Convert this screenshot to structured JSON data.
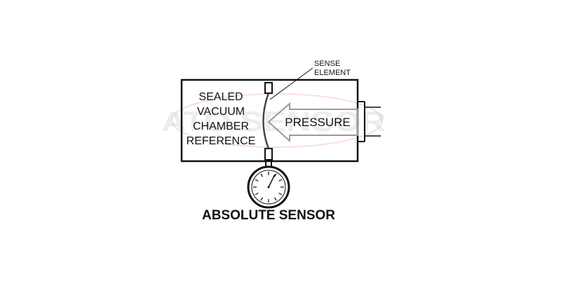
{
  "diagram": {
    "chamber_label_lines": [
      "SEALED",
      "VACUUM",
      "CHAMBER",
      "REFERENCE"
    ],
    "sense_element_lines": [
      "SENSE",
      "ELEMENT"
    ],
    "pressure_label": "PRESSURE",
    "caption": "ABSOLUTE SENSOR",
    "watermark": "ATO SENSOR"
  },
  "colors": {
    "stroke": "#111111",
    "watermark_text": "#bfbfbf",
    "watermark_ring": "#f0b8b8"
  }
}
